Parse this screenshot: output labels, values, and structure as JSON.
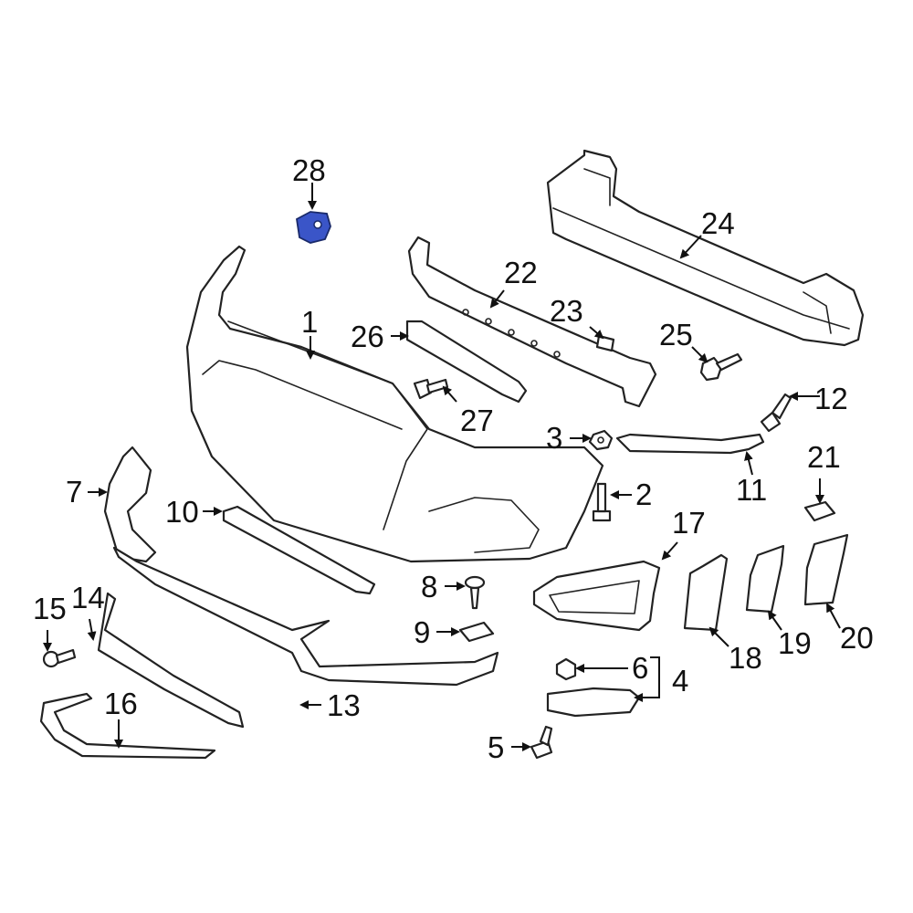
{
  "highlight_color": "#3a55c8",
  "outline_color": "#222222",
  "highlighted_part": "28",
  "callouts": [
    {
      "id": "c1",
      "label": "1"
    },
    {
      "id": "c2",
      "label": "2"
    },
    {
      "id": "c3",
      "label": "3"
    },
    {
      "id": "c4",
      "label": "4"
    },
    {
      "id": "c5",
      "label": "5"
    },
    {
      "id": "c6",
      "label": "6"
    },
    {
      "id": "c7",
      "label": "7"
    },
    {
      "id": "c8",
      "label": "8"
    },
    {
      "id": "c9",
      "label": "9"
    },
    {
      "id": "c10",
      "label": "10"
    },
    {
      "id": "c11",
      "label": "11"
    },
    {
      "id": "c12",
      "label": "12"
    },
    {
      "id": "c13",
      "label": "13"
    },
    {
      "id": "c14",
      "label": "14"
    },
    {
      "id": "c15",
      "label": "15"
    },
    {
      "id": "c16",
      "label": "16"
    },
    {
      "id": "c17",
      "label": "17"
    },
    {
      "id": "c18",
      "label": "18"
    },
    {
      "id": "c19",
      "label": "19"
    },
    {
      "id": "c20",
      "label": "20"
    },
    {
      "id": "c21",
      "label": "21"
    },
    {
      "id": "c22",
      "label": "22"
    },
    {
      "id": "c23",
      "label": "23"
    },
    {
      "id": "c24",
      "label": "24"
    },
    {
      "id": "c25",
      "label": "25"
    },
    {
      "id": "c26",
      "label": "26"
    },
    {
      "id": "c27",
      "label": "27"
    },
    {
      "id": "c28",
      "label": "28"
    }
  ]
}
